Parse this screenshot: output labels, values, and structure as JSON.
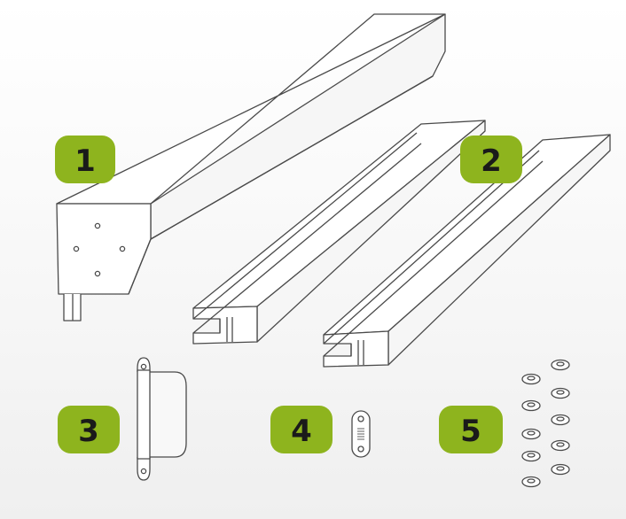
{
  "colors": {
    "badge_fill": "#8eb41e",
    "badge_text": "#1a1a1a",
    "line": "#4a4a4a",
    "face": "#ffffff",
    "shade": "#f4f4f4"
  },
  "parts": [
    {
      "number": "1",
      "item": "post",
      "icon": "post-icon"
    },
    {
      "number": "2",
      "item": "rails",
      "icon": "rail-icon"
    },
    {
      "number": "3",
      "item": "bracket",
      "icon": "bracket-icon"
    },
    {
      "number": "4",
      "item": "connector",
      "icon": "connector-icon"
    },
    {
      "number": "5",
      "item": "washers",
      "icon": "washer-icon"
    }
  ]
}
